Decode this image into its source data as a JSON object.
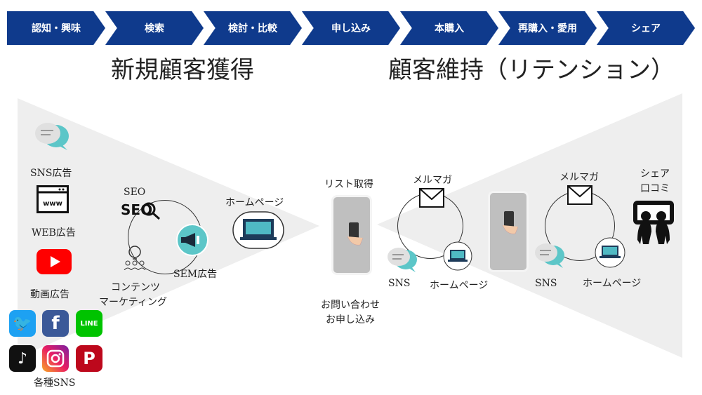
{
  "stages": [
    "認知・興味",
    "検索",
    "検討・比較",
    "申し込み",
    "本購入",
    "再購入・愛用",
    "シェア"
  ],
  "sections": {
    "acquisition": "新規顧客獲得",
    "retention": "顧客維持（リテンション）"
  },
  "left_channels": {
    "sns_ad": "SNS広告",
    "web_ad": "WEB広告",
    "video_ad": "動画広告",
    "various_sns": "各種SNS",
    "seo": "SEO",
    "sem_ad": "SEM広告",
    "content_marketing_1": "コンテンツ",
    "content_marketing_2": "マーケティング",
    "homepage": "ホームページ",
    "www": "www"
  },
  "middle": {
    "list_acquisition": "リスト取得",
    "inquiry_1": "お問い合わせ",
    "inquiry_2": "お申し込み"
  },
  "retention_loop_1": {
    "mailmag": "メルマガ",
    "sns": "SNS",
    "homepage": "ホームページ"
  },
  "retention_loop_2": {
    "mailmag": "メルマガ",
    "sns": "SNS",
    "homepage": "ホームページ",
    "share_1": "シェア",
    "share_2": "口コミ"
  },
  "colors": {
    "arrow": "#0f3a8c",
    "funnel": "#eeeeee",
    "chat_teal": "#5cc6c8",
    "youtube": "#ff0000",
    "twitter": "#1da1f2",
    "facebook": "#3b5998",
    "line": "#00c300",
    "tiktok": "#111111",
    "instagram": "#c13584",
    "pinterest": "#bd081c"
  }
}
